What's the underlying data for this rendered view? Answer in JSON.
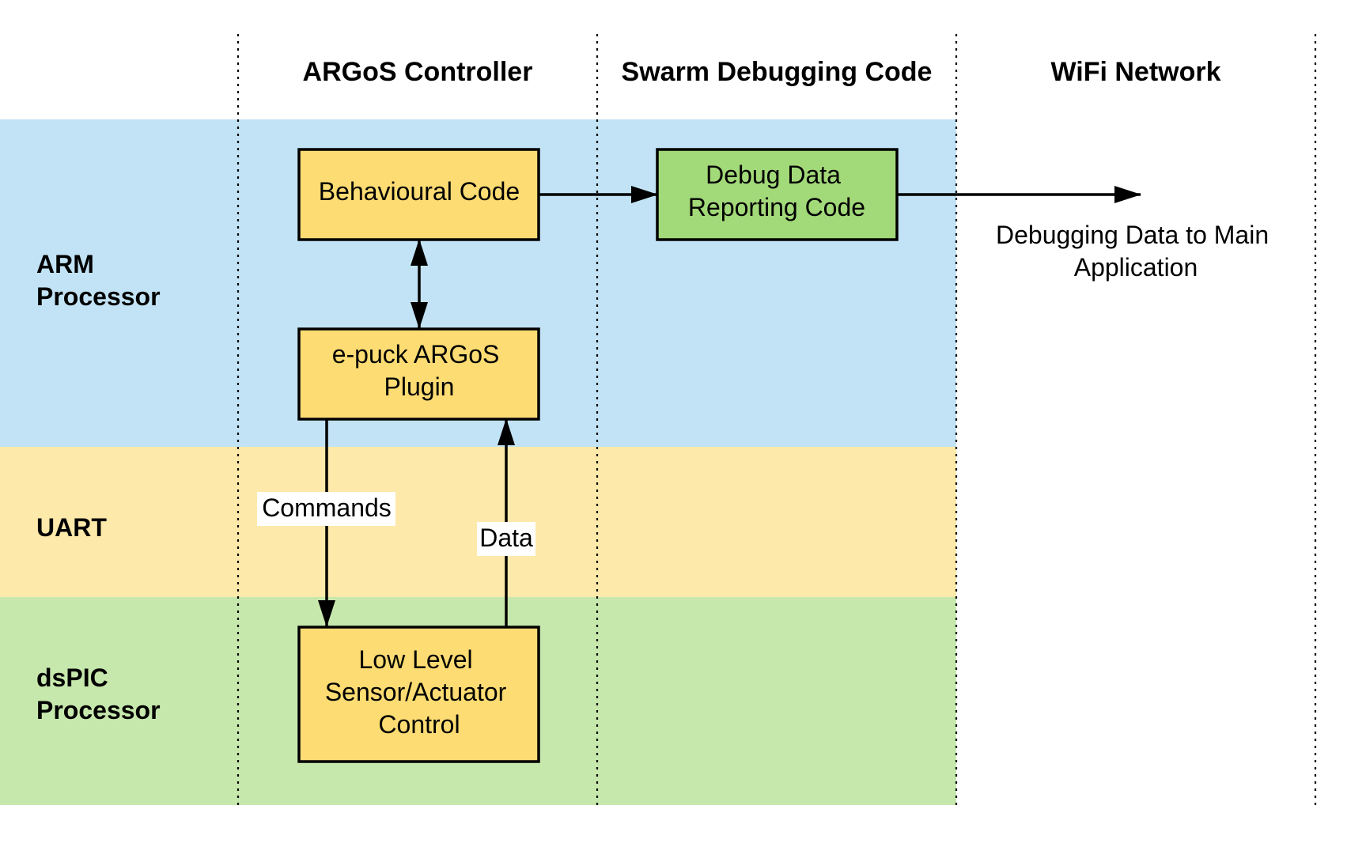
{
  "columns": {
    "argos_controller": "ARGoS Controller",
    "swarm_debugging_code": "Swarm Debugging Code",
    "wifi_network": "WiFi Network"
  },
  "rows": {
    "arm": {
      "line1": "ARM",
      "line2": "Processor"
    },
    "uart": {
      "line1": "UART"
    },
    "dspic": {
      "line1": "dsPIC",
      "line2": "Processor"
    }
  },
  "nodes": {
    "behavioural_code": {
      "line1": "Behavioural Code"
    },
    "epuck_plugin": {
      "line1": "e-puck ARGoS",
      "line2": "Plugin"
    },
    "low_level_control": {
      "line1": "Low Level",
      "line2": "Sensor/Actuator",
      "line3": "Control"
    },
    "debug_reporting": {
      "line1": "Debug Data",
      "line2": "Reporting Code"
    }
  },
  "edges": {
    "commands_label": "Commands",
    "data_label": "Data"
  },
  "output": {
    "line1": "Debugging Data to Main",
    "line2": "Application"
  },
  "colors": {
    "arm_band": "#c2e3f5",
    "uart_band": "#fde9a9",
    "dspic_band": "#c7e8ad",
    "yellow_box": "#fddc73",
    "green_box": "#a2d979",
    "stroke": "#000000"
  }
}
